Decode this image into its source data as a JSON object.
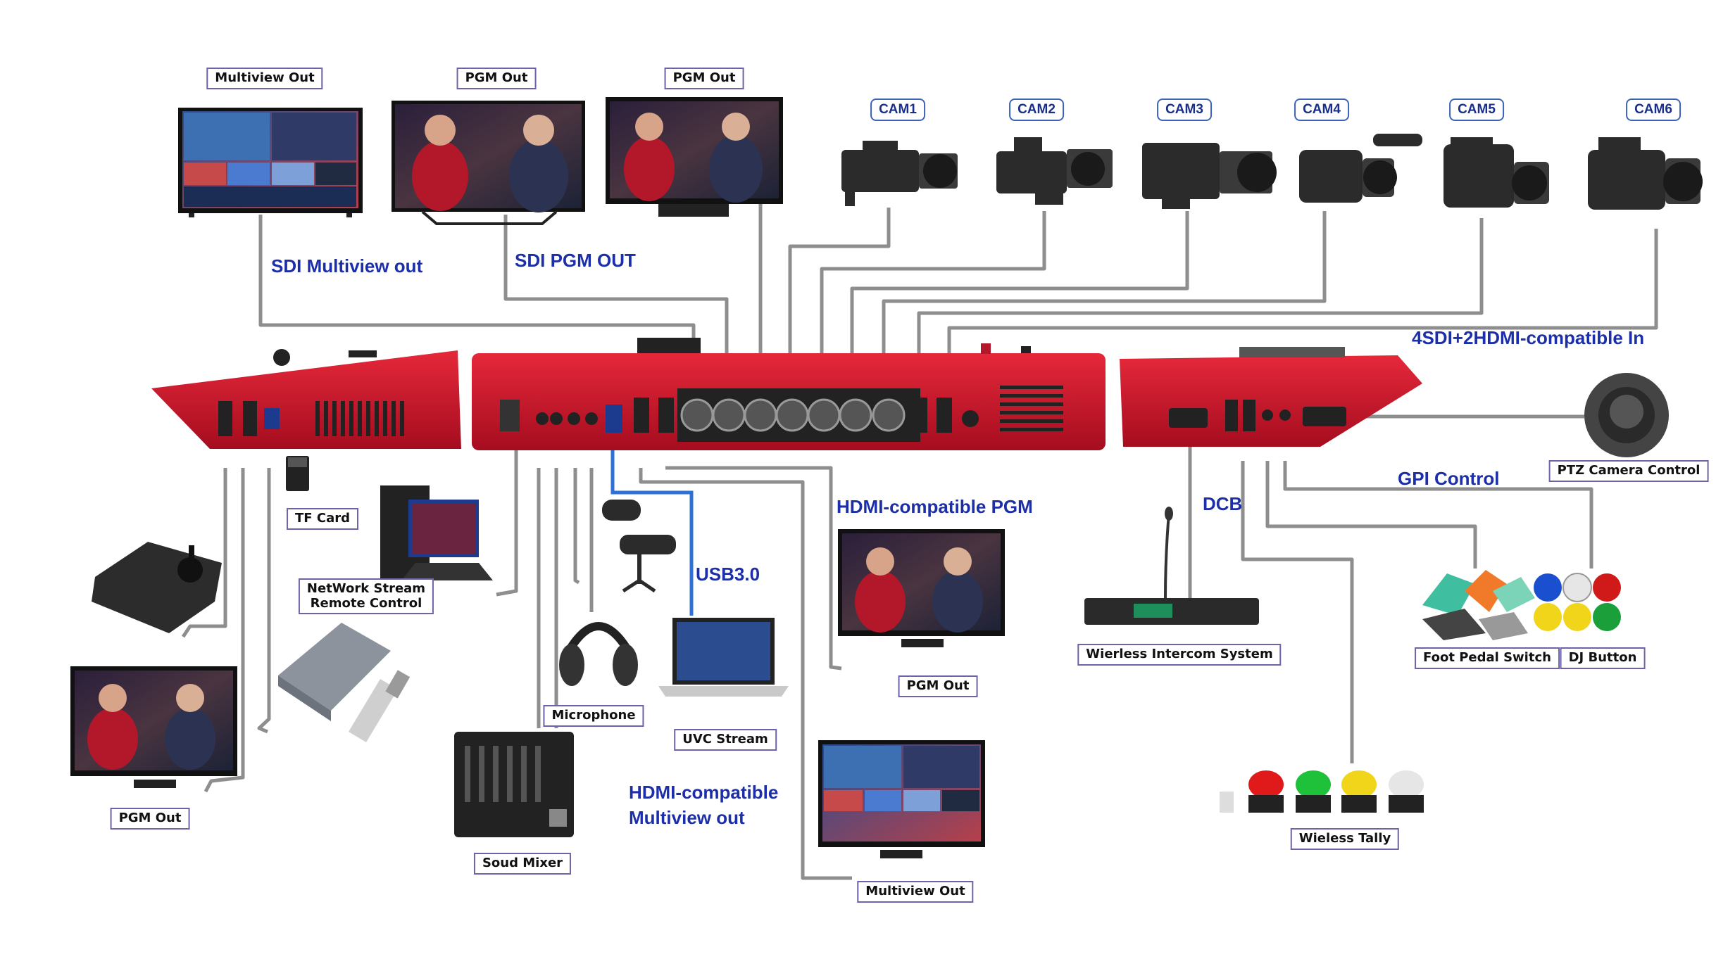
{
  "labels": {
    "multiview_out_top": "Multiview Out",
    "pgm_out_top_1": "PGM Out",
    "pgm_out_top_2": "PGM Out",
    "tf_card": "TF Card",
    "network_stream_line1": "NetWork Stream",
    "network_stream_line2": "Remote Control",
    "microphone": "Microphone",
    "uvc_stream": "UVC Stream",
    "pgm_out_left": "PGM Out",
    "sound_mixer": "Soud Mixer",
    "pgm_out_hdmi": "PGM Out",
    "multiview_out_hdmi": "Multiview Out",
    "wireless_intercom": "Wierless Intercom System",
    "foot_pedal": "Foot Pedal Switch",
    "dj_button": "DJ Button",
    "wireless_tally": "Wieless Tally",
    "ptz_control": "PTZ Camera Control"
  },
  "cameras": [
    "CAM1",
    "CAM2",
    "CAM3",
    "CAM4",
    "CAM5",
    "CAM6"
  ],
  "annotations": {
    "sdi_multiview": "SDI Multiview out",
    "sdi_pgm": "SDI PGM OUT",
    "sdi_hdmi_in": "4SDI+2HDMI-compatible In",
    "hdmi_pgm": "HDMI-compatible PGM",
    "usb3": "USB3.0",
    "hdmi_multiview_line1": "HDMI-compatible",
    "hdmi_multiview_line2": "Multiview out",
    "dcb": "DCB",
    "gpi_control": "GPI Control"
  },
  "colors": {
    "device_red": "#c8102e",
    "cable_gray": "#8e8e8e",
    "usb_cable": "#2f6fd6",
    "label_border": "#6b64a6",
    "annotation_blue": "#1d2fa8"
  }
}
